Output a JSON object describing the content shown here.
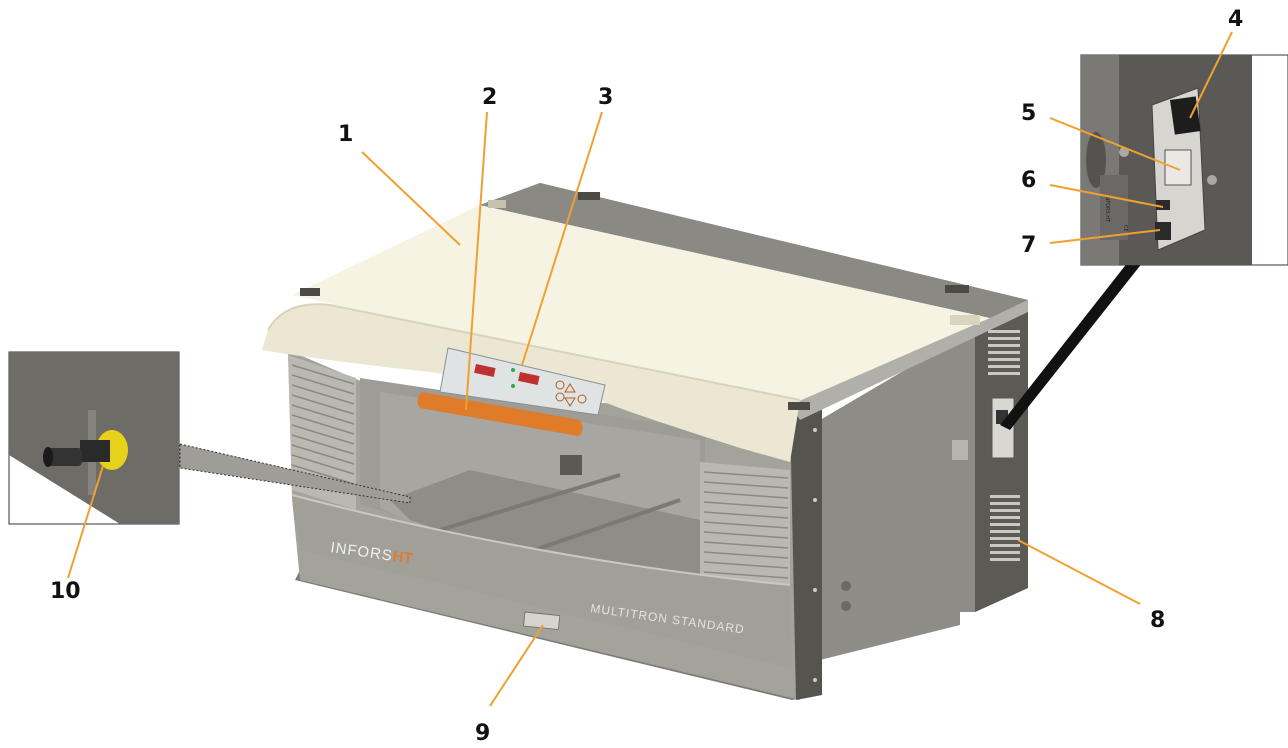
{
  "brand": {
    "part1": "INFORS",
    "part2": "HT"
  },
  "model_name": "MULTITRON STANDARD",
  "panel_label": "INFORS HT",
  "ce_mark": "CE",
  "callouts": [
    {
      "label": "1",
      "target": "housing-lid"
    },
    {
      "label": "2",
      "target": "handle"
    },
    {
      "label": "3",
      "target": "control-panel"
    },
    {
      "label": "4",
      "target": "power-switch"
    },
    {
      "label": "5",
      "target": "fuse-holder"
    },
    {
      "label": "6",
      "target": "fuse-compartment"
    },
    {
      "label": "7",
      "target": "power-socket"
    },
    {
      "label": "8",
      "target": "ventilation-grille"
    },
    {
      "label": "9",
      "target": "type-plate"
    },
    {
      "label": "10",
      "target": "water-drain-connector"
    }
  ],
  "colors": {
    "lid": "#f5f1e0",
    "body": "#9b9a93",
    "body_dark": "#6f6e68",
    "handle": "#e07b2a",
    "callout_line": "#f0a030",
    "connector_nut": "#e6d21a"
  }
}
